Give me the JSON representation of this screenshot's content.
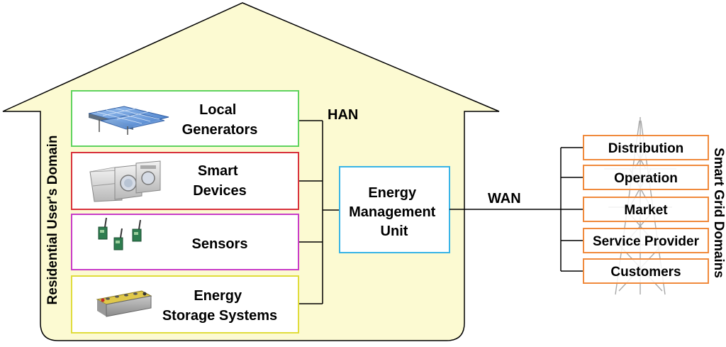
{
  "house": {
    "domain_label": "Residential User's Domain",
    "fill_color": "#fcfad2"
  },
  "devices": [
    {
      "line1": "Local",
      "line2": "Generators",
      "border_color": "#5fd35f",
      "icon": "solar-panels-icon"
    },
    {
      "line1": "Smart",
      "line2": "Devices",
      "border_color": "#d8323c",
      "icon": "home-appliances-icon"
    },
    {
      "line1": "Sensors",
      "line2": "",
      "border_color": "#c83cc8",
      "icon": "wireless-sensors-icon"
    },
    {
      "line1": "Energy",
      "line2": "Storage Systems",
      "border_color": "#e0dc3c",
      "icon": "battery-icon"
    }
  ],
  "networks": {
    "han": "HAN",
    "wan": "WAN"
  },
  "emu": {
    "line1": "Energy",
    "line2": "Management",
    "line3": "Unit",
    "border_color": "#38b4e6"
  },
  "grid": {
    "domain_label": "Smart Grid Domains",
    "border_color": "#f08a3c",
    "items": [
      "Distribution",
      "Operation",
      "Market",
      "Service Provider",
      "Customers"
    ],
    "tower_icon": "transmission-tower-icon"
  }
}
